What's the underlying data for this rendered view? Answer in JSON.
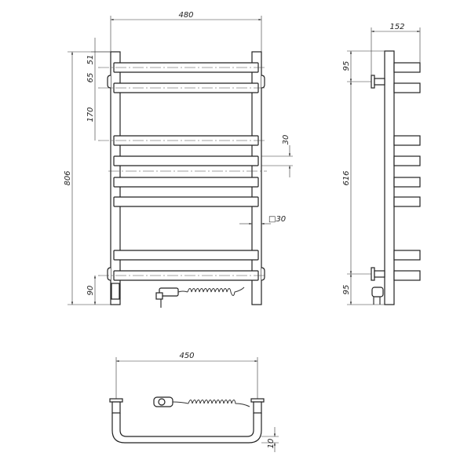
{
  "drawing": {
    "front_view": {
      "width_label": "480",
      "height_label": "806",
      "top_offset_label": "51",
      "bar_pitch_label": "65",
      "gap_label": "170",
      "bar_height_label": "30",
      "profile_label": "□30",
      "bottom_offset_label": "90"
    },
    "side_view": {
      "depth_label": "152",
      "top_mount_label": "95",
      "mount_spacing_label": "616",
      "bottom_mount_label": "95"
    },
    "top_view": {
      "mount_width_label": "450",
      "wall_gap_label": "10"
    },
    "line_color": "#222222"
  }
}
